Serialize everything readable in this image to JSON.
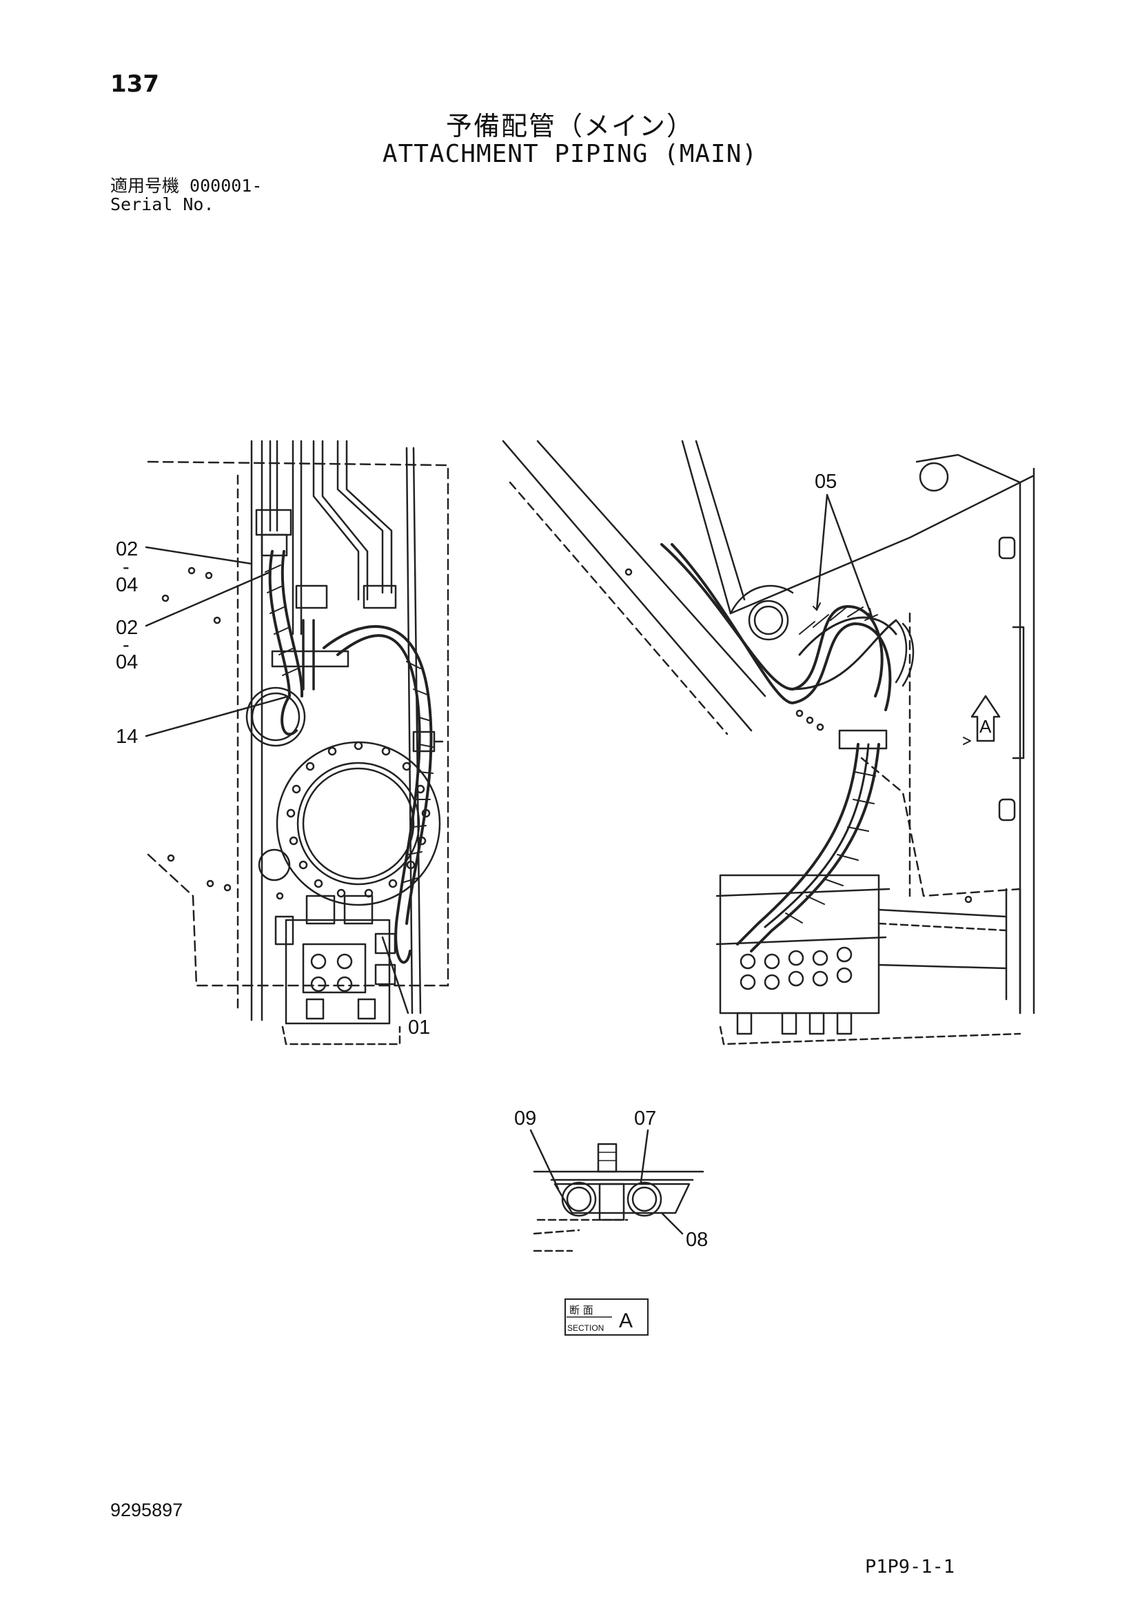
{
  "header": {
    "page_number": "137",
    "title_jp": "予備配管（メイン）",
    "title_en": "ATTACHMENT PIPING (MAIN)",
    "serial_label_jp": "適用号機 000001-",
    "serial_label_en": "Serial No."
  },
  "callouts": {
    "c02a": "02",
    "c04a": "04",
    "c02b": "02",
    "c04b": "04",
    "c14": "14",
    "c01": "01",
    "c05": "05",
    "c09": "09",
    "c07": "07",
    "c08": "08",
    "dash": "-",
    "view_a": "A"
  },
  "section_box": {
    "jp": "断 面",
    "en": "SECTION",
    "letter": "A"
  },
  "footer": {
    "doc_number": "9295897",
    "page_code": "P1P9-1-1"
  }
}
